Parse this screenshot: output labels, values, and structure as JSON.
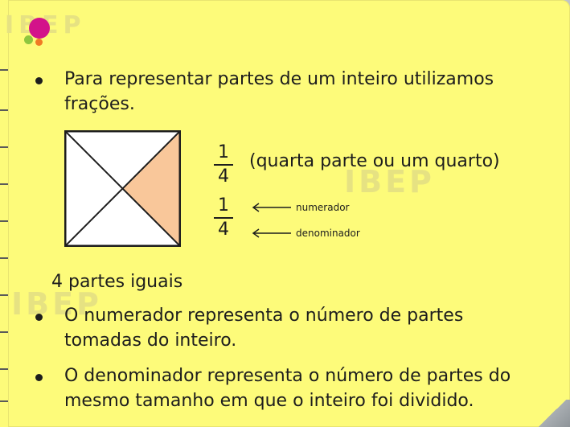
{
  "logo": {
    "text": "IBEP"
  },
  "watermarks": {
    "middle": "IBEP",
    "left": "IBEP"
  },
  "bullets": [
    {
      "line1": "Para representar partes de um inteiro utilizamos",
      "line2": "frações."
    },
    {
      "line1": "O numerador representa o número de partes",
      "line2": "tomadas do inteiro."
    },
    {
      "line1": "O denominador representa o número de partes do",
      "line2": "mesmo tamanho em que o inteiro foi dividido."
    }
  ],
  "figure": {
    "shaded_parts": 1,
    "total_parts": 4,
    "fill_color": "#f9c79a",
    "caption": "4 partes iguais"
  },
  "fraction_main": {
    "numerator": "1",
    "denominator": "4",
    "description": "(quarta parte ou um quarto)"
  },
  "fraction_labeled": {
    "numerator": "1",
    "denominator": "4",
    "numerator_label": "numerador",
    "denominator_label": "denominador"
  },
  "colors": {
    "card": "#fdfb7a",
    "text": "#1d1d1d"
  }
}
